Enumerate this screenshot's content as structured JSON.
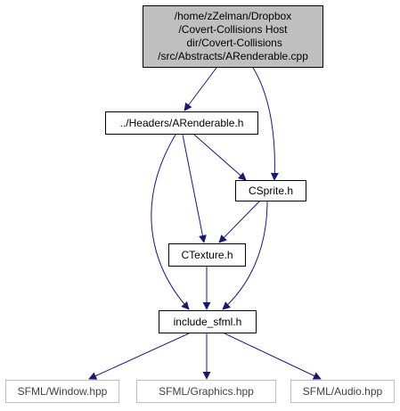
{
  "colors": {
    "edge": "#191970",
    "root_fill": "#bfbfbf",
    "node_border": "#000000",
    "external_border": "#bfbfbf",
    "external_text": "#404040"
  },
  "nodes": {
    "root": {
      "lines": [
        "/home/zZelman/Dropbox",
        "/Covert-Collisions Host",
        " dir/Covert-Collisions",
        "/src/Abstracts/ARenderable.cpp"
      ]
    },
    "headers_arenderable": {
      "label": "../Headers/ARenderable.h"
    },
    "csprite": {
      "label": "CSprite.h"
    },
    "ctexture": {
      "label": "CTexture.h"
    },
    "include_sfml": {
      "label": "include_sfml.h"
    },
    "sfml_window": {
      "label": "SFML/Window.hpp"
    },
    "sfml_graphics": {
      "label": "SFML/Graphics.hpp"
    },
    "sfml_audio": {
      "label": "SFML/Audio.hpp"
    }
  }
}
